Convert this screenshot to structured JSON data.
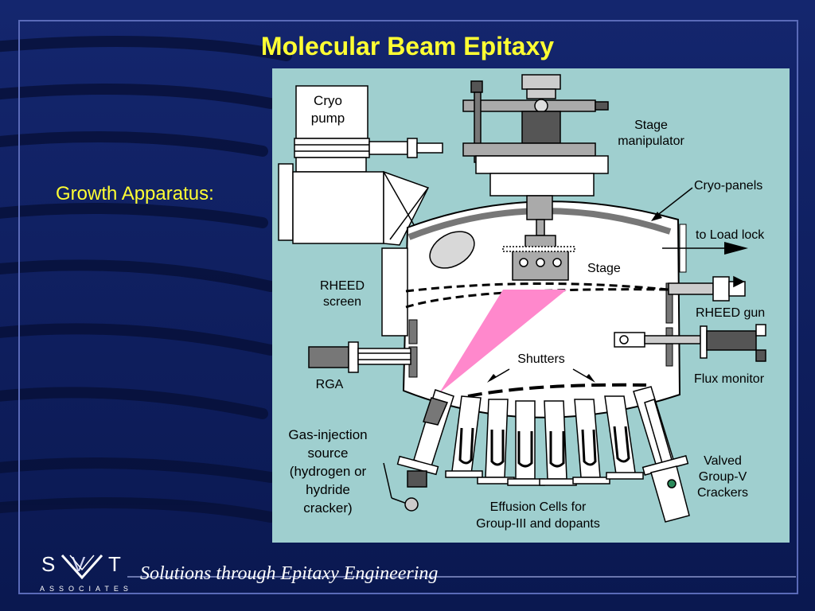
{
  "slide": {
    "title": "Molecular Beam Epitaxy",
    "subtitle": "Growth Apparatus:",
    "tagline": "Solutions through Epitaxy Engineering"
  },
  "logo": {
    "letters": [
      "S",
      "V",
      "T"
    ],
    "associates": "ASSOCIATES"
  },
  "colors": {
    "background": "#0d1e5e",
    "title": "#ffff33",
    "diagram_bg": "#9fcfcf",
    "beam": "#ff88cc",
    "chamber": "#ffffff",
    "dark_part": "#555555"
  },
  "diagram": {
    "labels": {
      "cryo_pump_1": "Cryo",
      "cryo_pump_2": "pump",
      "stage_manipulator_1": "Stage",
      "stage_manipulator_2": "manipulator",
      "cryo_panels": "Cryo-panels",
      "load_lock": "to Load lock",
      "stage": "Stage",
      "rheed_screen_1": "RHEED",
      "rheed_screen_2": "screen",
      "rheed_gun": "RHEED gun",
      "shutters": "Shutters",
      "rga": "RGA",
      "flux_monitor": "Flux monitor",
      "gas_injection_1": "Gas-injection",
      "gas_injection_2": "source",
      "gas_injection_3": "(hydrogen or",
      "gas_injection_4": "hydride",
      "gas_injection_5": "cracker)",
      "valved_1": "Valved",
      "valved_2": "Group-V",
      "valved_3": "Crackers",
      "effusion_1": "Effusion Cells for",
      "effusion_2": "Group-III and dopants"
    }
  }
}
